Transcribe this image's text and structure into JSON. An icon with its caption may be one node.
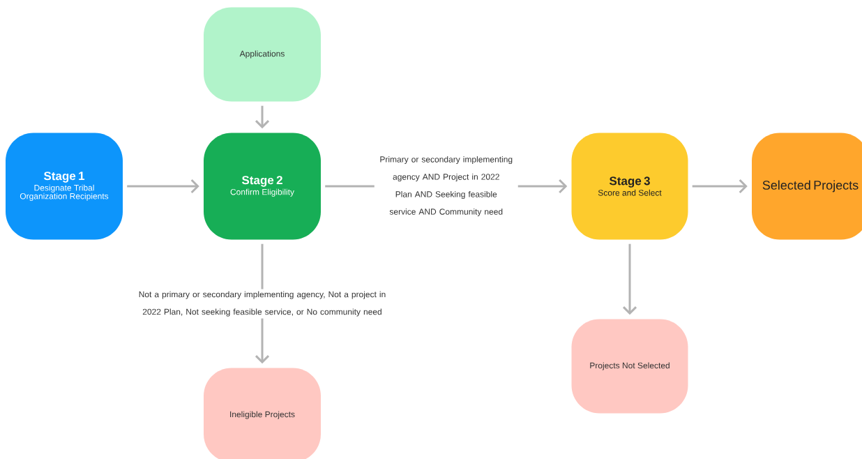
{
  "diagram": {
    "nodes": [
      {
        "text": [
          "Applications"
        ]
      },
      {
        "text": [
          "Stage 1",
          "Designate Tribal Organization Recipients"
        ]
      },
      {
        "text": [
          "Stage 2",
          "Confirm Eligibility"
        ]
      },
      {
        "text": [
          "Stage 3",
          "Score and Select"
        ]
      },
      {
        "text": [
          "Selected Projects"
        ]
      },
      {
        "text": [
          "Ineligible Projects"
        ]
      },
      {
        "text": [
          "Projects Not Selected"
        ]
      }
    ],
    "edges": [
      {
        "from": 0,
        "to": 2,
        "arrow": "to"
      },
      {
        "from": 1,
        "to": 2,
        "arrow": "to"
      },
      {
        "from": 2,
        "to": 3,
        "arrow": "to",
        "label": "Primary or secondary implementing agency AND Project in 2022 Plan AND Seeking feasible service AND Community need"
      },
      {
        "from": 3,
        "to": 4,
        "arrow": "to"
      },
      {
        "from": 2,
        "to": 5,
        "arrow": "to",
        "label": "Not a primary or secondary implementing agency, Not a project in 2022 Plan, Not seeking feasible service, or No community need"
      },
      {
        "from": 3,
        "to": 6,
        "arrow": "to"
      }
    ]
  }
}
